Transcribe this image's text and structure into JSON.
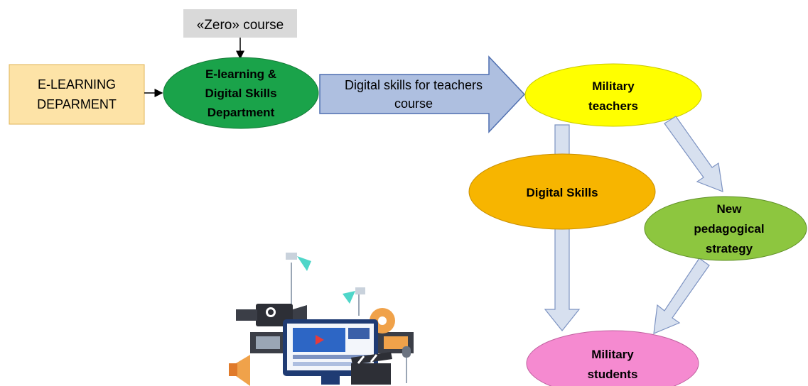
{
  "zero_course": {
    "label": "«Zero» course"
  },
  "elearning_department": {
    "line1": "E-LEARNING",
    "line2": "DEPARMENT"
  },
  "elearning_digital_dept": {
    "line1": "E-learning &",
    "line2": "Digital Skills",
    "line3": "Department"
  },
  "course_arrow": {
    "line1": "Digital skills for teachers",
    "line2": "course"
  },
  "military_teachers": {
    "line1": "Military",
    "line2": "teachers"
  },
  "digital_skills": {
    "label": "Digital Skills"
  },
  "pedagogical_strategy": {
    "line1": "New",
    "line2": "pedagogical",
    "line3": "strategy"
  },
  "military_students": {
    "line1": "Military",
    "line2": "students"
  },
  "colors": {
    "zero_box": "#d9d9d9",
    "elearning_box": "#fde3a7",
    "elearning_box_border": "#e0b55a",
    "dept_ellipse": "#1aa34a",
    "course_arrow": "#aebfe0",
    "course_arrow_border": "#4f6fb0",
    "teachers_ellipse": "#ffff00",
    "digital_skills_ellipse": "#f7b500",
    "strategy_ellipse": "#8dc63f",
    "students_ellipse": "#f58ad0",
    "flow_arrow": "#d7e0ef",
    "flow_arrow_border": "#7d93c2"
  },
  "illustration": {
    "icon": "multimedia-production-illustration"
  }
}
